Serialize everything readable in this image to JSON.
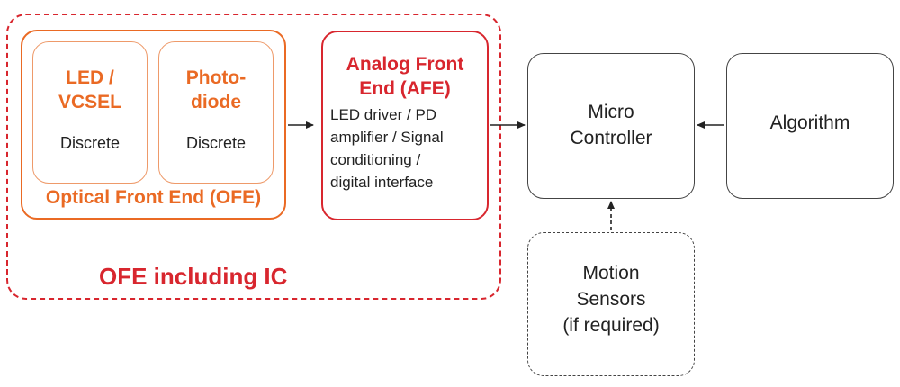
{
  "ofe_including_ic": {
    "label": "OFE including IC"
  },
  "ofe": {
    "label": "Optical Front End (OFE)",
    "led": {
      "title_line1": "LED /",
      "title_line2": "VCSEL",
      "sub": "Discrete"
    },
    "photodiode": {
      "title_line1": "Photo-",
      "title_line2": "diode",
      "sub": "Discrete"
    }
  },
  "afe": {
    "title_line1": "Analog Front",
    "title_line2": "End (AFE)",
    "desc_lines": [
      "LED driver / PD",
      "amplifier / Signal",
      "conditioning /",
      "digital interface"
    ]
  },
  "microcontroller": {
    "line1": "Micro",
    "line2": "Controller"
  },
  "algorithm": {
    "label": "Algorithm"
  },
  "motion_sensors": {
    "line1": "Motion",
    "line2": "Sensors",
    "line3": "(if required)"
  },
  "colors": {
    "red": "#d8262e",
    "orange": "#ea6a24",
    "gray": "#444444"
  }
}
